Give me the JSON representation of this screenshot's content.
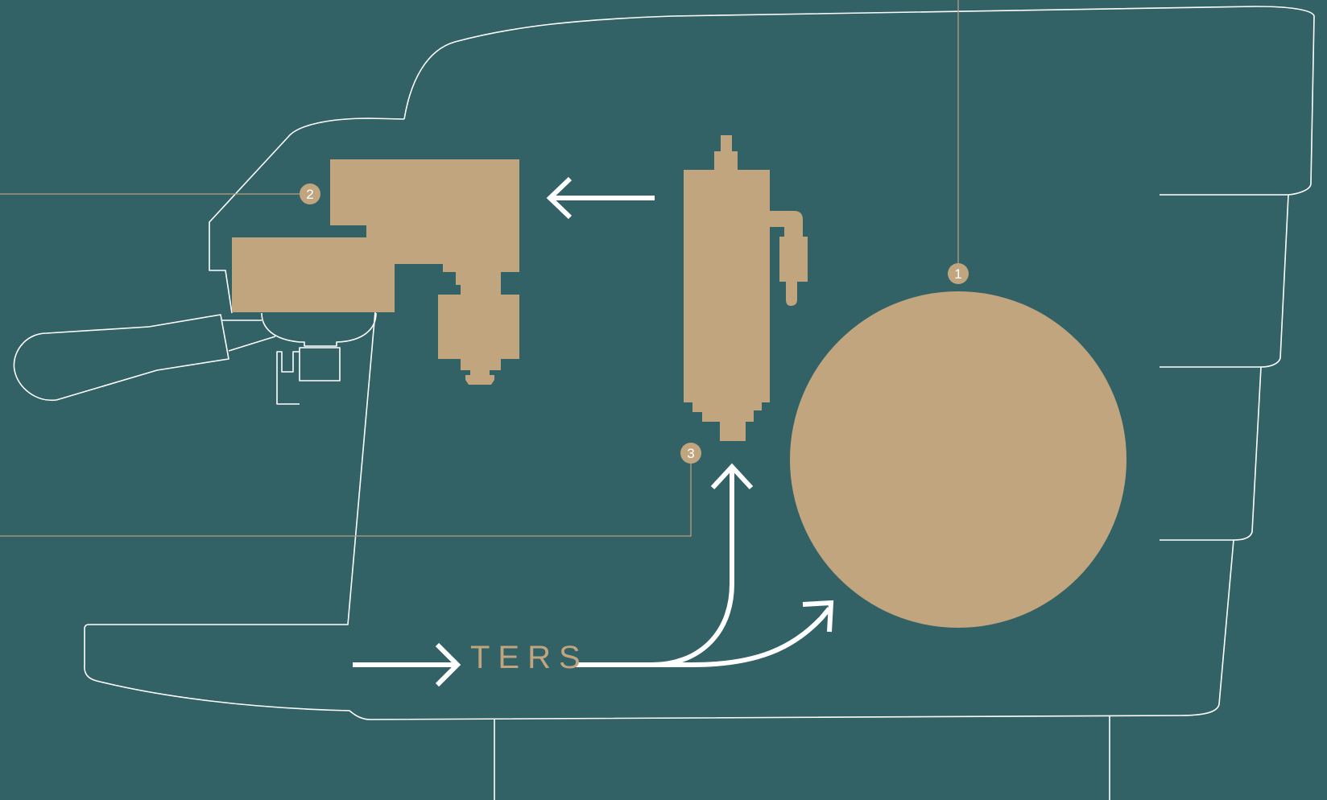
{
  "diagram": {
    "flow_label": "TERS",
    "callouts": [
      {
        "id": "1",
        "text": "1"
      },
      {
        "id": "2",
        "text": "2"
      },
      {
        "id": "3",
        "text": "3"
      }
    ]
  },
  "colors": {
    "background": "#326166",
    "accent": "#c1a57e",
    "outline": "#ffffff",
    "leader_line": "#b49f80"
  },
  "icons": [
    "arrow-left-icon",
    "arrow-right-icon",
    "arrow-up-icon",
    "arrow-up-right-icon"
  ]
}
